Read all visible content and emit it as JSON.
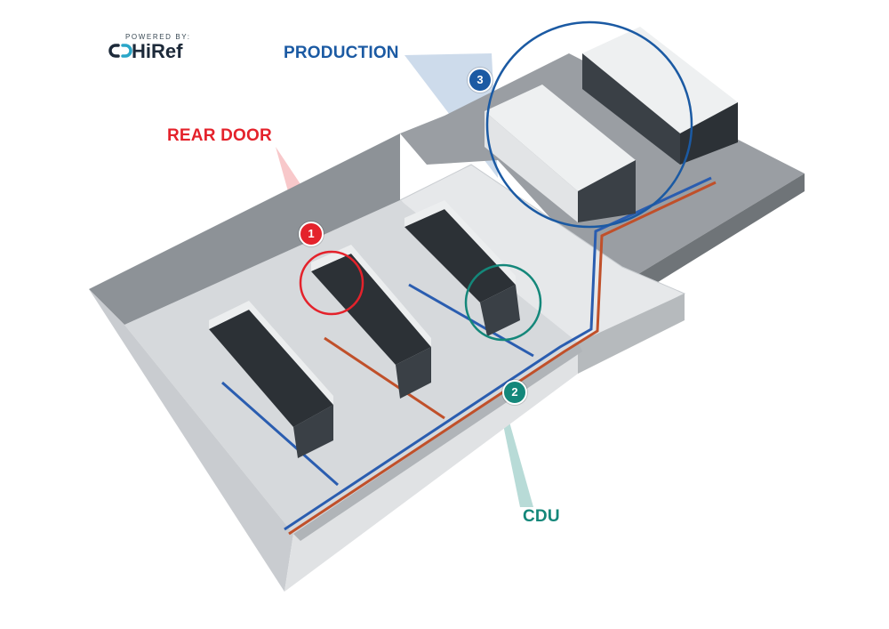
{
  "logo": {
    "powered_by": "POWERED BY:",
    "brand": "HiRef"
  },
  "labels": {
    "production": {
      "text": "PRODUCTION",
      "number": "3",
      "color": "#1b5aa3"
    },
    "rear_door": {
      "text": "REAR DOOR",
      "number": "1",
      "color": "#e4222b"
    },
    "cdu": {
      "text": "CDU",
      "number": "2",
      "color": "#14877a"
    }
  },
  "colors": {
    "brand_dark": "#1d2a3a",
    "brand_accent": "#2aa6c8",
    "supply_pipe": "#2a5db0",
    "return_pipe": "#c0502a"
  }
}
